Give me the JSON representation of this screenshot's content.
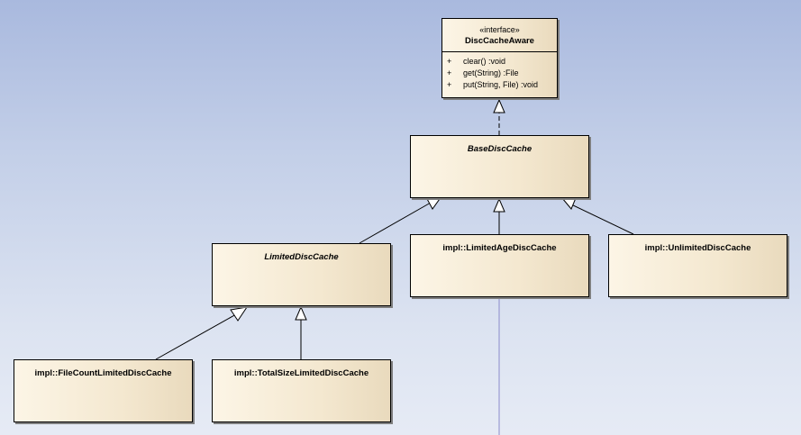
{
  "interface": {
    "stereotype": "«interface»",
    "name": "DiscCacheAware",
    "operations": [
      {
        "visibility": "+",
        "signature": "clear()  :void"
      },
      {
        "visibility": "+",
        "signature": "get(String)  :File"
      },
      {
        "visibility": "+",
        "signature": "put(String, File)  :void"
      }
    ]
  },
  "classes": {
    "base": "BaseDiscCache",
    "limited": "LimitedDiscCache",
    "limited_age": "impl::LimitedAgeDiscCache",
    "unlimited": "impl::UnlimitedDiscCache",
    "file_count": "impl::FileCountLimitedDiscCache",
    "total_size": "impl::TotalSizeLimitedDiscCache"
  },
  "colors": {
    "background_top": "#a9b9de",
    "background_bottom": "#e6ebf5",
    "box_fill_left": "#fcf5e6",
    "box_fill_right": "#e9dabd",
    "line": "#000000",
    "guide_line": "#8c8ccc"
  }
}
